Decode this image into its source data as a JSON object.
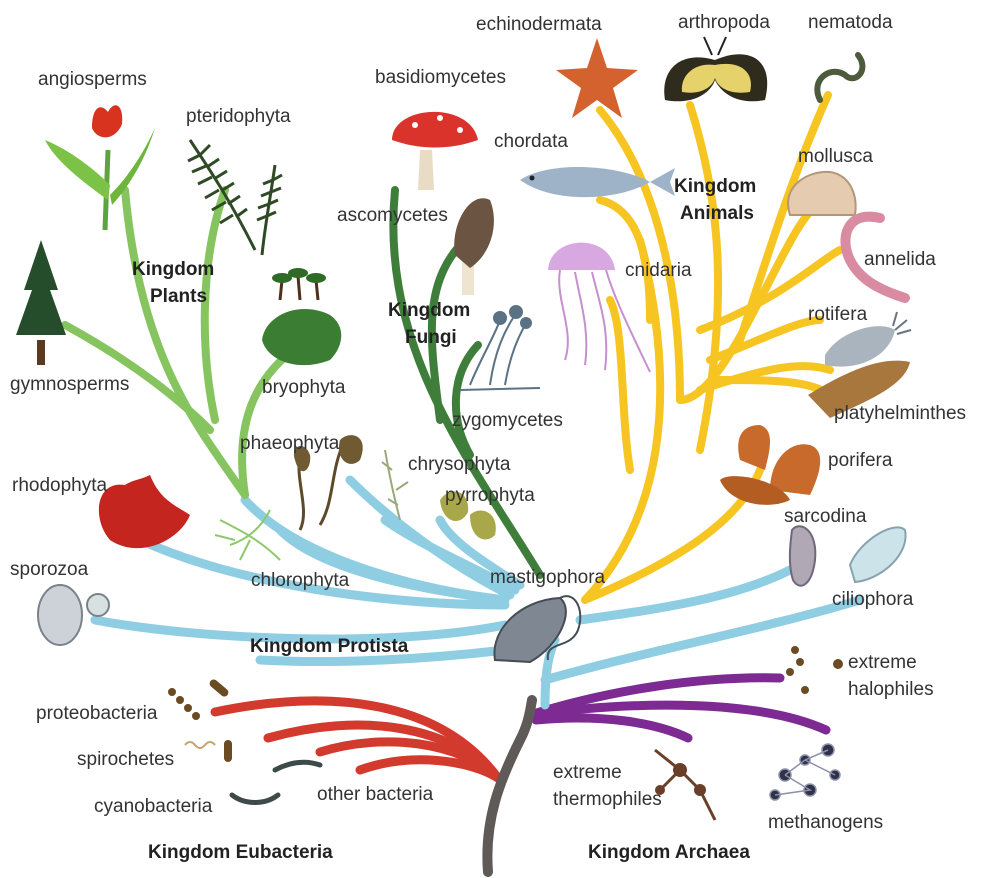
{
  "colors": {
    "trunk": "#5f5a57",
    "eubacteria": "#d23a2e",
    "archaea": "#7d2a92",
    "protista": "#8fcde3",
    "plants": "#86c45f",
    "fungi": "#3f7d3b",
    "animals": "#f7c521"
  },
  "kingdoms": {
    "plants": [
      "Kingdom",
      "Plants"
    ],
    "fungi": [
      "Kingdom",
      "Fungi"
    ],
    "animals": [
      "Kingdom",
      "Animals"
    ],
    "protista": "Kingdom Protista",
    "eubacteria": "Kingdom Eubacteria",
    "archaea": "Kingdom Archaea"
  },
  "groups": {
    "angiosperms": "angiosperms",
    "pteridophyta": "pteridophyta",
    "gymnosperms": "gymnosperms",
    "bryophyta": "bryophyta",
    "basidiomycetes": "basidiomycetes",
    "ascomycetes": "ascomycetes",
    "zygomycetes": "zygomycetes",
    "echinodermata": "echinodermata",
    "arthropoda": "arthropoda",
    "nematoda": "nematoda",
    "chordata": "chordata",
    "mollusca": "mollusca",
    "annelida": "annelida",
    "cnidaria": "cnidaria",
    "rotifera": "rotifera",
    "platyhelminthes": "platyhelminthes",
    "porifera": "porifera",
    "phaeophyta": "phaeophyta",
    "chrysophyta": "chrysophyta",
    "pyrrophyta": "pyrrophyta",
    "rhodophyta": "rhodophyta",
    "chlorophyta": "chlorophyta",
    "sporozoa": "sporozoa",
    "mastigophora": "mastigophora",
    "sarcodina": "sarcodina",
    "ciliophora": "ciliophora",
    "proteobacteria": "proteobacteria",
    "spirochetes": "spirochetes",
    "cyanobacteria": "cyanobacteria",
    "other_bacteria": "other bacteria",
    "extreme_halophiles": [
      "extreme",
      "halophiles"
    ],
    "extreme_thermophiles": [
      "extreme",
      "thermophiles"
    ],
    "methanogens": "methanogens"
  }
}
